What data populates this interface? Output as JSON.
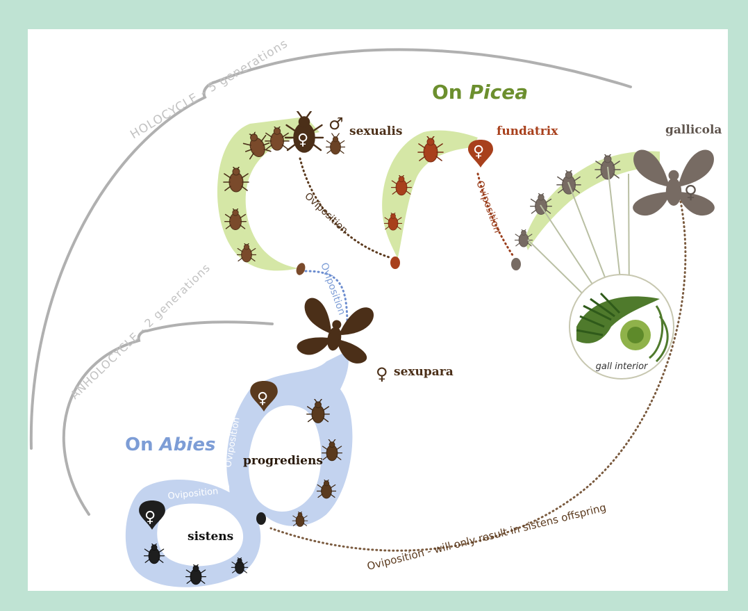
{
  "title": {
    "prefix": "On ",
    "host": "Picea"
  },
  "abies_title": {
    "prefix": "On ",
    "host": "Abies"
  },
  "cycles": {
    "holocycle": "HOLOCYCLE - 5 generations",
    "anholocycle": "ANHOLOCYCLE - 2 generations"
  },
  "morphs": {
    "sexualis": "sexualis",
    "fundatrix": "fundatrix",
    "gallicola": "gallicola",
    "sexupara": "sexupara",
    "progrediens": "progrediens",
    "sistens": "sistens"
  },
  "symbols": {
    "female": "♀",
    "male": "♂"
  },
  "arrow_labels": {
    "oviposition": "Oviposition",
    "bottom": "Oviposition - will only result in sistens offspring"
  },
  "gall_label": "gall interior",
  "colors": {
    "picea_green": "#6c8f2e",
    "picea_band": "#d5e7a6",
    "abies_blue": "#7d9dd6",
    "abies_band": "#c3d3ef",
    "brown_dark": "#4b2f18",
    "brown_mid": "#7a4a2b",
    "fundatrix_orange": "#a8401c",
    "gallicola_gray": "#776b63",
    "black": "#1e1e1e",
    "cycle_gray": "#b3b3b3",
    "border_mint": "#bfe3d3"
  }
}
